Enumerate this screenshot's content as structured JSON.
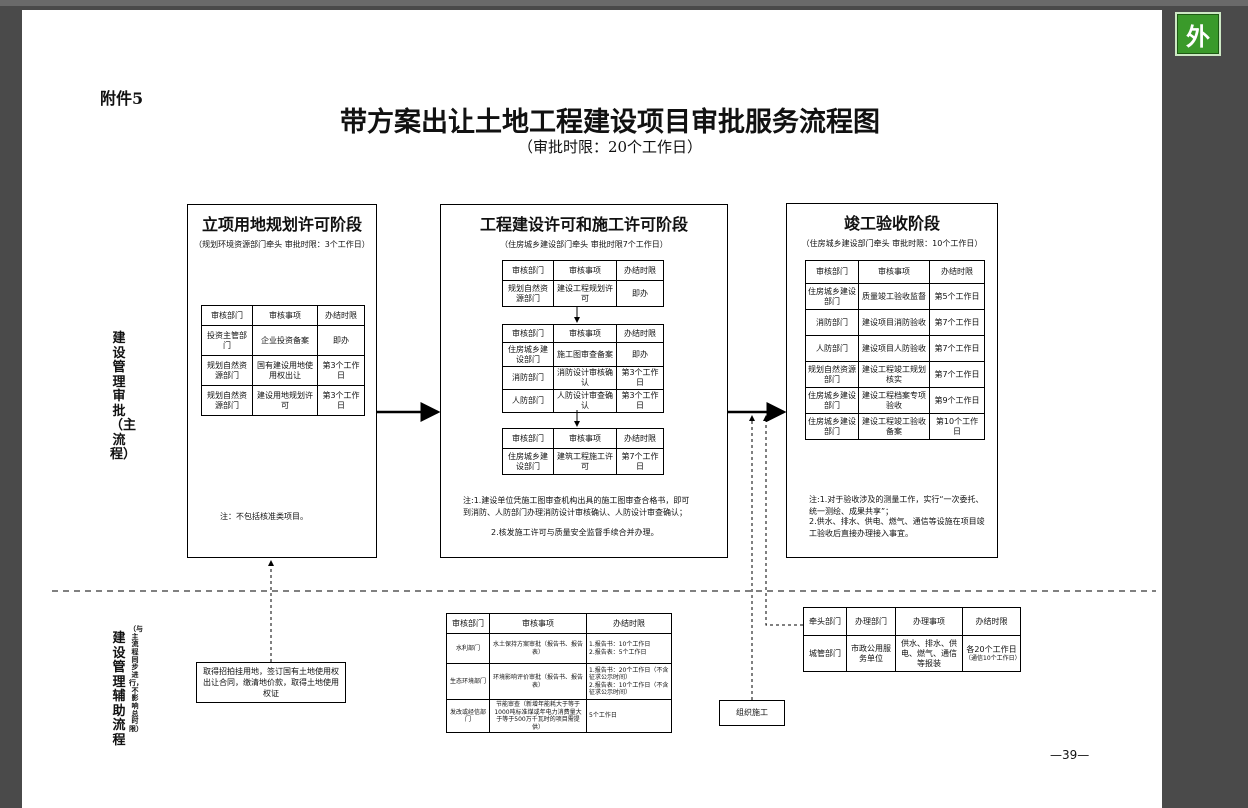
{
  "badge": "外",
  "appendix": "附件5",
  "title": "带方案出让土地工程建设项目审批服务流程图",
  "subtitle": "（审批时限：20个工作日）",
  "lane_main": "建设管理审批（主流程）",
  "lane_aux": "建设管理辅助流程",
  "lane_aux_note": "（与主流程同步进行，不影响总时限）",
  "headers": {
    "dept": "审核部门",
    "item": "审核事项",
    "time": "办结时限"
  },
  "stage1": {
    "title": "立项用地规划许可阶段",
    "sub": "（规划环境资源部门牵头  审批时限：3个工作日）",
    "rows": [
      {
        "dept": "投资主管部门",
        "item": "企业投资备案",
        "time": "即办"
      },
      {
        "dept": "规划自然资源部门",
        "item": "国有建设用地使用权出让",
        "time": "第3个工作日"
      },
      {
        "dept": "规划自然资源部门",
        "item": "建设用地规划许可",
        "time": "第3个工作日"
      }
    ],
    "note": "注：不包括核准类项目。"
  },
  "stage2": {
    "title": "工程建设许可和施工许可阶段",
    "sub": "（住房城乡建设部门牵头  审批时限7个工作日）",
    "table1": [
      {
        "dept": "规划自然资源部门",
        "item": "建设工程规划许可",
        "time": "即办"
      }
    ],
    "table2": [
      {
        "dept": "住房城乡建设部门",
        "item": "施工图审查备案",
        "time": "即办"
      },
      {
        "dept": "消防部门",
        "item": "消防设计审核确认",
        "time": "第3个工作日"
      },
      {
        "dept": "人防部门",
        "item": "人防设计审查确认",
        "time": "第3个工作日"
      }
    ],
    "table3": [
      {
        "dept": "住房城乡建设部门",
        "item": "建筑工程施工许可",
        "time": "第7个工作日"
      }
    ],
    "note1": "注:1.建设单位凭施工图审查机构出具的施工图审查合格书，即可到消防、人防部门办理消防设计审核确认、人防设计审查确认；",
    "note2": "2.核发施工许可与质量安全监督手续合并办理。"
  },
  "stage3": {
    "title": "竣工验收阶段",
    "sub": "（住房城乡建设部门牵头  审批时限：10个工作日）",
    "rows": [
      {
        "dept": "住房城乡建设部门",
        "item": "质量竣工验收监督",
        "time": "第5个工作日"
      },
      {
        "dept": "消防部门",
        "item": "建设项目消防验收",
        "time": "第7个工作日"
      },
      {
        "dept": "人防部门",
        "item": "建设项目人防验收",
        "time": "第7个工作日"
      },
      {
        "dept": "规划自然资源部门",
        "item": "建设工程竣工规划核实",
        "time": "第7个工作日"
      },
      {
        "dept": "住房城乡建设部门",
        "item": "建设工程档案专项验收",
        "time": "第9个工作日"
      },
      {
        "dept": "住房城乡建设部门",
        "item": "建设工程竣工验收备案",
        "time": "第10个工作日"
      }
    ],
    "note1": "注:1.对于验收涉及的测量工作，实行“一次委托、统一测绘、成果共享”；",
    "note2": "2.供水、排水、供电、燃气、通信等设施在项目竣工验收后直接办理接入事宜。"
  },
  "aux_left": "取得招拍挂用地，签订国有土地使用权出让合同，缴清地价款，取得土地使用权证",
  "aux_mid": {
    "rows": [
      {
        "dept": "水利部门",
        "item": "水土保持方案审批（报告书、报告表）",
        "time": "1.报告书：10个工作日\n2.报告表：5个工作日"
      },
      {
        "dept": "生态环境部门",
        "item": "环境影响评价审批（报告书、报告表）",
        "time": "1.报告书：20个工作日（不含征求公示时间）\n2.报告表：10个工作日（不含征求公示时间）"
      },
      {
        "dept": "发改或经信部门",
        "item": "节能审查（新增年能耗大于等于1000吨标准煤或年电力消费量大于等于500万千瓦时的项目需提供）",
        "time": "5个工作日"
      }
    ]
  },
  "aux_org": "组织施工",
  "aux_right": {
    "h_lead": "牵头部门",
    "h_unit": "办理部门",
    "h_item": "办理事项",
    "h_time": "办结时限",
    "lead": "城管部门",
    "unit": "市政公用服务单位",
    "item": "供水、排水、供电、燃气、通信等报装",
    "time": "各20个工作日",
    "time_note": "（通信10个工作日）"
  },
  "page_number": "—39—"
}
